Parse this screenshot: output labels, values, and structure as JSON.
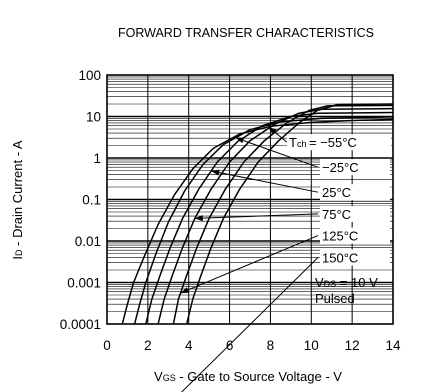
{
  "chart_data": {
    "type": "line",
    "title": "FORWARD TRANSFER CHARACTERISTICS",
    "xlabel": {
      "prefix": "V",
      "sub": "GS",
      "rest": " - Gate to Source Voltage - V"
    },
    "ylabel": {
      "prefix": "I",
      "sub": "D",
      "rest": " - Drain Current - A"
    },
    "xlim": [
      0,
      14
    ],
    "ylim": [
      0.0001,
      100
    ],
    "yscale": "log",
    "grid": true,
    "xticks": [
      0,
      2,
      4,
      6,
      8,
      10,
      12,
      14
    ],
    "xtick_labels": [
      "0",
      "2",
      "4",
      "6",
      "8",
      "10",
      "12",
      "14"
    ],
    "yticks": [
      0.0001,
      0.001,
      0.01,
      0.1,
      1,
      10,
      100
    ],
    "ytick_labels": [
      "0.0001",
      "0.001",
      "0.01",
      "0.1",
      "1",
      "10",
      "100"
    ],
    "series": [
      {
        "name": "T ch = −55°C",
        "label_text": "= −55°C",
        "label_prefix": "T",
        "label_sub": "ch",
        "x": [
          0.75,
          1.0,
          1.3,
          1.8,
          2.5,
          3.3,
          4.2,
          5.2,
          6.5,
          8.0,
          10.0,
          12.0,
          14.0
        ],
        "y": [
          0.0001,
          0.0003,
          0.001,
          0.004,
          0.025,
          0.13,
          0.55,
          1.7,
          3.8,
          5.8,
          7.2,
          8.0,
          8.5
        ]
      },
      {
        "name": "−25°C",
        "label_text": "−25°C",
        "x": [
          1.35,
          1.6,
          1.9,
          2.4,
          3.0,
          3.8,
          4.7,
          5.7,
          7.0,
          8.5,
          10.5,
          14.0
        ],
        "y": [
          0.0001,
          0.0003,
          0.001,
          0.005,
          0.028,
          0.16,
          0.7,
          2.1,
          4.8,
          7.5,
          9.0,
          9.8
        ]
      },
      {
        "name": "25°C",
        "label_text": "25°C",
        "x": [
          1.9,
          2.2,
          2.6,
          3.1,
          3.7,
          4.5,
          5.4,
          6.4,
          7.6,
          9.0,
          10.3,
          14.0
        ],
        "y": [
          0.0001,
          0.0004,
          0.0015,
          0.007,
          0.035,
          0.18,
          0.8,
          2.5,
          6.0,
          10.0,
          12.0,
          12.5
        ]
      },
      {
        "name": "75°C",
        "label_text": "75°C",
        "x": [
          2.5,
          2.8,
          3.2,
          3.7,
          4.3,
          5.1,
          6.0,
          7.0,
          8.2,
          9.4,
          10.5,
          14.0
        ],
        "y": [
          0.0001,
          0.0004,
          0.0015,
          0.007,
          0.035,
          0.18,
          0.8,
          2.6,
          6.5,
          12.0,
          15.0,
          15.5
        ]
      },
      {
        "name": "125°C",
        "label_text": "125°C",
        "x": [
          3.25,
          3.5,
          3.9,
          4.4,
          5.0,
          5.8,
          6.7,
          7.7,
          8.8,
          9.9,
          10.8,
          14.0
        ],
        "y": [
          0.0001,
          0.0004,
          0.0015,
          0.007,
          0.035,
          0.18,
          0.8,
          2.6,
          7.0,
          14.0,
          18.0,
          18.5
        ]
      },
      {
        "name": "150°C",
        "label_text": "150°C",
        "x": [
          3.9,
          4.2,
          4.6,
          5.1,
          5.7,
          6.5,
          7.4,
          8.4,
          9.4,
          10.3,
          11.3,
          14.0
        ],
        "y": [
          0.0001,
          0.0004,
          0.0015,
          0.007,
          0.035,
          0.18,
          0.8,
          2.6,
          7.0,
          14.0,
          19.5,
          20.0
        ]
      }
    ],
    "annotation": {
      "line1_prefix": "V",
      "line1_sub": "DS",
      "line1_rest": " = 10 V",
      "line2": "Pulsed"
    }
  }
}
